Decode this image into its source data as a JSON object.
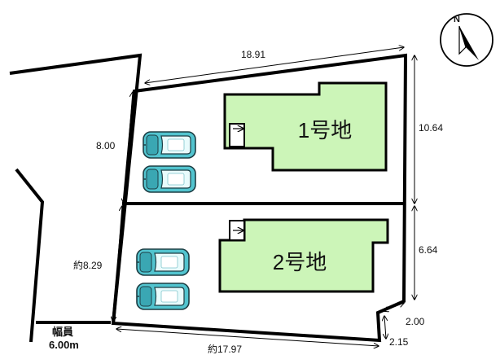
{
  "colors": {
    "lot_fill": "#ccf5b8",
    "line": "#000000",
    "car_body": "#52c4cf",
    "car_glass": "#e8fbfc"
  },
  "compass": {
    "label": "N",
    "icon": "north-arrow-icon"
  },
  "lots": [
    {
      "label": "1号地"
    },
    {
      "label": "2号地"
    }
  ],
  "dimensions": {
    "top_width": "18.91",
    "left_upper": "8.00",
    "right_upper": "10.64",
    "left_lower": "約8.29",
    "right_lower": "6.64",
    "corner_a": "2.00",
    "corner_b": "2.15",
    "bottom_width": "約17.97"
  },
  "road": {
    "label_line1": "幅員",
    "label_line2": "6.00m"
  },
  "cars": {
    "count": 4,
    "icon": "car-icon"
  }
}
